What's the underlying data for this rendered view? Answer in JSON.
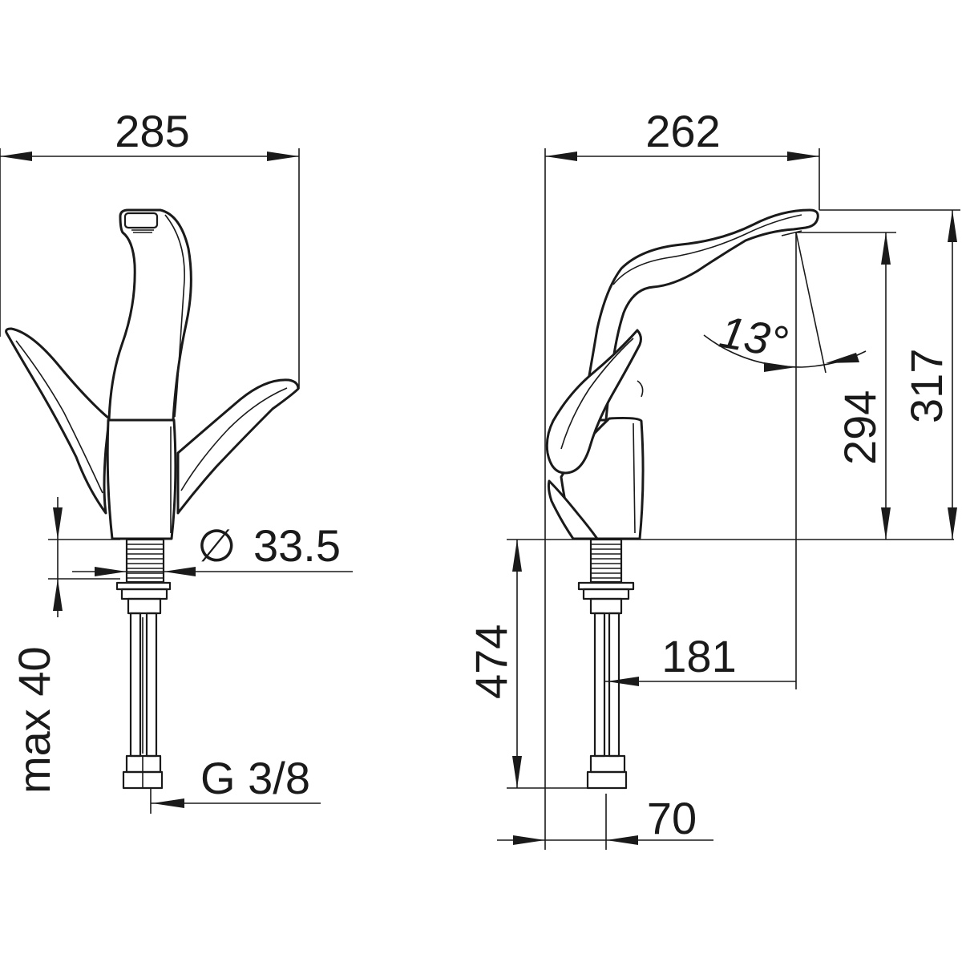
{
  "dimensions": {
    "front_width": "285",
    "diameter_symbol": "∅",
    "diameter_value": "33.5",
    "max_thickness": "max 40",
    "thread": "G 3/8",
    "side_width": "262",
    "angle": "13°",
    "outlet_height": "294",
    "total_height": "317",
    "hose_length": "474",
    "reach": "181",
    "offset": "70"
  }
}
